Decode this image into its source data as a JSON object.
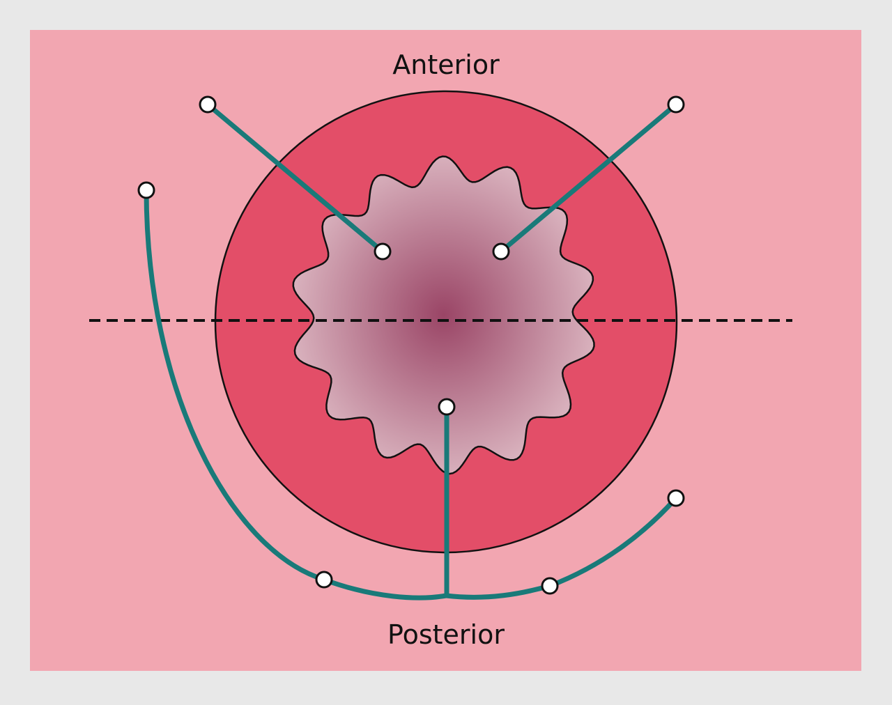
{
  "labels": {
    "top": "Anterior",
    "bottom": "Posterior"
  },
  "colors": {
    "background": "#e8e8e8",
    "panel": "#f2a6b1",
    "outer_circle": "#e34e68",
    "lumen_center": "#9a4566",
    "lumen_edge": "#d8b0bc",
    "catheter": "#197a79",
    "outline": "#111111",
    "marker": "#ffffff"
  },
  "icons": {
    "endpoint": "circle-marker"
  }
}
